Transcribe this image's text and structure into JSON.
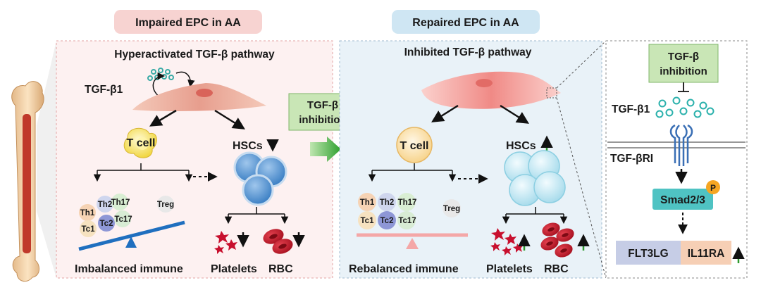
{
  "panels": {
    "impaired": {
      "header": "Impaired EPC in AA",
      "pathway": "Hyperactivated TGF-β pathway",
      "ligand": "TGF-β1",
      "tcell": "T cell",
      "hscs": "HSCs",
      "subsets": [
        "Th1",
        "Th2",
        "Th17",
        "Tc1",
        "Tc2",
        "Tc17",
        "Treg"
      ],
      "immune": "Imbalanced immune",
      "platelets": "Platelets",
      "rbc": "RBC"
    },
    "repaired": {
      "header": "Repaired EPC in AA",
      "pathway": "Inhibited TGF-β pathway",
      "tcell": "T cell",
      "hscs": "HSCs",
      "subsets": [
        "Th1",
        "Th2",
        "Th17",
        "Tc1",
        "Tc2",
        "Tc17",
        "Treg"
      ],
      "immune": "Rebalanced immune",
      "platelets": "Platelets",
      "rbc": "RBC"
    },
    "middle": {
      "inhibition_line1": "TGF-β",
      "inhibition_line2": "inhibition"
    },
    "mechanism": {
      "inhibition_line1": "TGF-β",
      "inhibition_line2": "inhibition",
      "ligand": "TGF-β1",
      "receptor": "TGF-βRI",
      "smad": "Smad2/3",
      "phospho": "P",
      "gene1": "FLT3LG",
      "gene2": "IL11RA"
    }
  },
  "colors": {
    "impaired_bg": "#fdf1f1",
    "impaired_header": "#f7d3d1",
    "repaired_bg": "#e9f2f8",
    "repaired_header": "#cfe6f3",
    "inhibition_box": "#c9e6b6",
    "up_arrow": "#2f9a2f",
    "smad": "#4fc3c3",
    "phospho": "#f5a623",
    "gene1_bg": "#c6cde6",
    "gene2_bg": "#f6cfb5",
    "balance_tilted": "#1f6fbf",
    "balance_level": "#f4a7a7"
  }
}
